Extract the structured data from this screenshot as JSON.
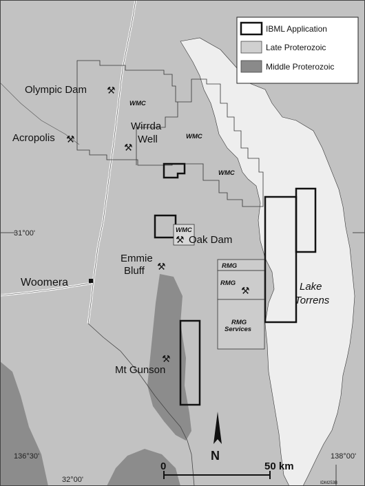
{
  "legend": {
    "items": [
      {
        "label": "IBML Application",
        "swatch": "#ffffff"
      },
      {
        "label": "Late Proterozoic",
        "swatch": "#d0d0d0"
      },
      {
        "label": "Middle Proterozoic",
        "swatch": "#8a8a8a"
      }
    ]
  },
  "places": {
    "olympic_dam": "Olympic Dam",
    "acropolis": "Acropolis",
    "wirrda_1": "Wirrda",
    "wirrda_2": "Well",
    "oak_dam": "Oak Dam",
    "emmie_1": "Emmie",
    "emmie_2": "Bluff",
    "woomera": "Woomera",
    "mt_gunson": "Mt Gunson",
    "lake_1": "Lake",
    "lake_2": "Torrens"
  },
  "tenements": {
    "wmc_1": "WMC",
    "wmc_2": "WMC",
    "wmc_3": "WMC",
    "wmc_4": "WMC",
    "rmg_1": "RMG",
    "rmg_2": "RMG",
    "rmg_3": "RMG",
    "services": "Services"
  },
  "coordinates": {
    "lat_31": "31°00'",
    "lat_32": "32°00'",
    "lon_136": "136°30'",
    "lon_138": "138°00'"
  },
  "scale_bar": {
    "start": "0",
    "end": "50 km"
  },
  "north": "N",
  "figure_id": "IDM253B",
  "mine_symbol": "⚒",
  "colors": {
    "background": "#bfbfbf",
    "lake": "#eeeeee",
    "middle_proterozoic": "#8a8a8a",
    "late_proterozoic": "#d0d0d0",
    "lines": "#222222"
  }
}
